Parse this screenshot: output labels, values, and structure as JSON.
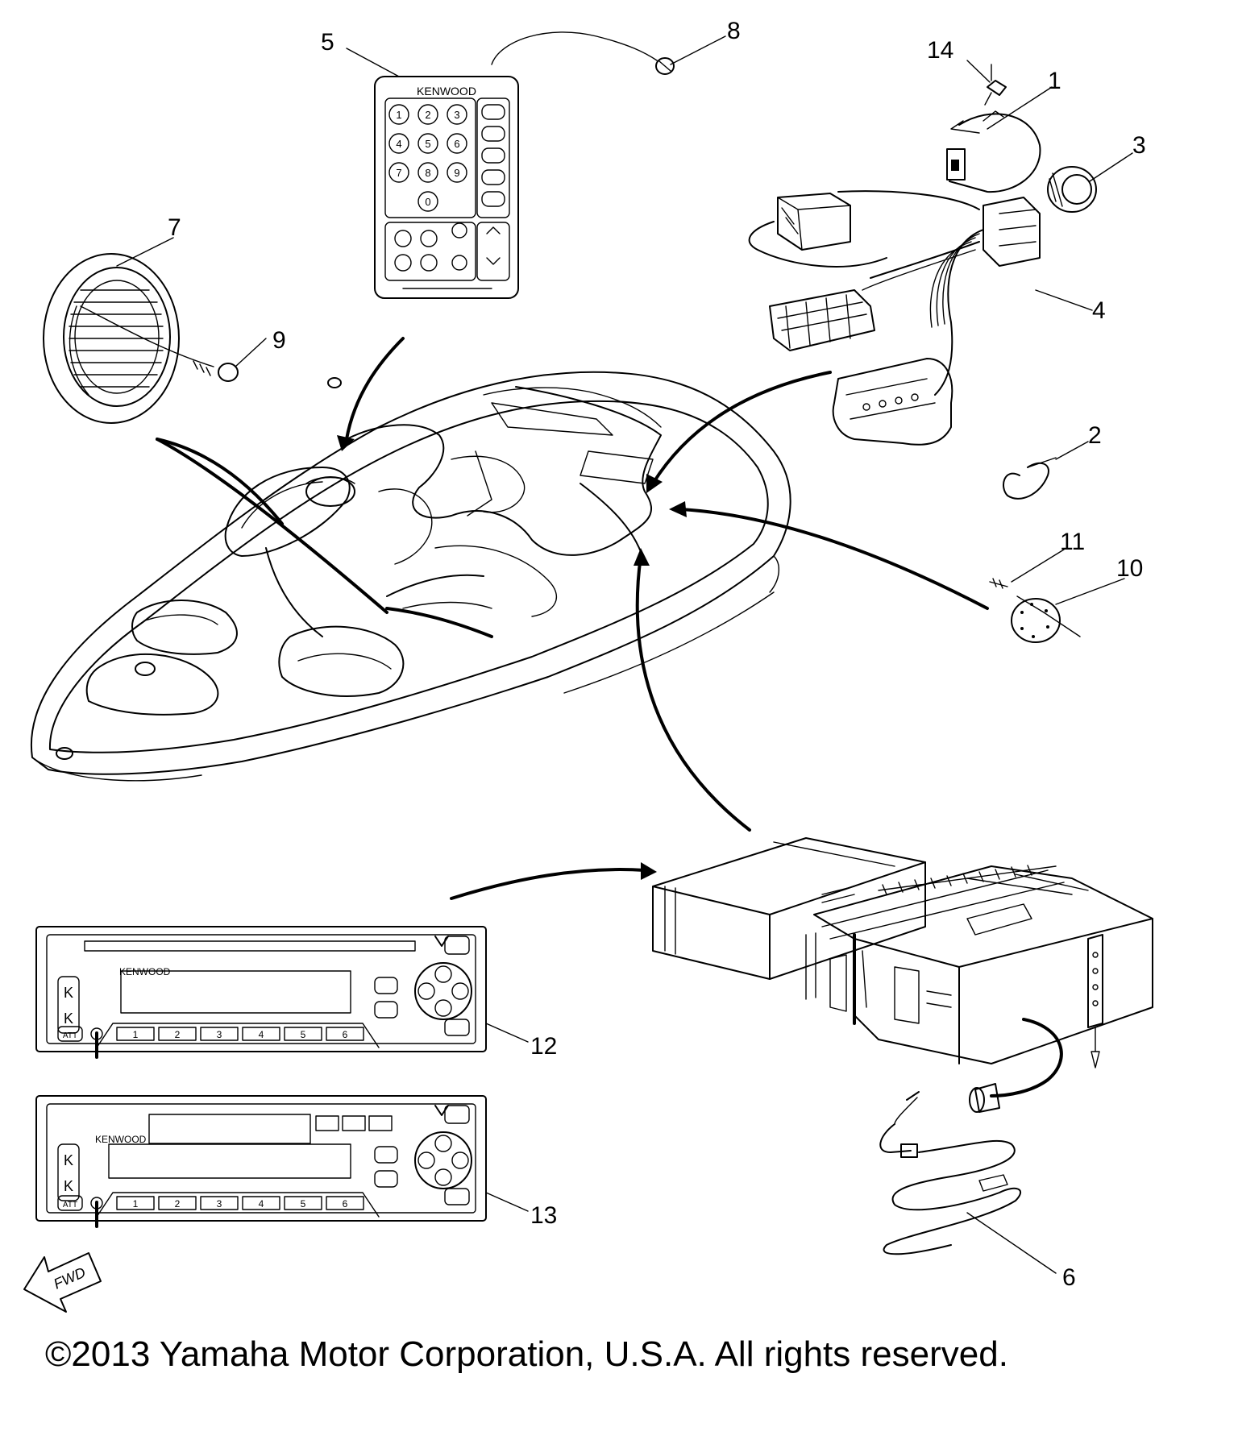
{
  "callouts": {
    "n1": "1",
    "n2": "2",
    "n3": "3",
    "n4": "4",
    "n5": "5",
    "n6": "6",
    "n7": "7",
    "n8": "8",
    "n9": "9",
    "n10": "10",
    "n11": "11",
    "n12": "12",
    "n13": "13",
    "n14": "14"
  },
  "remote": {
    "brand": "KENWOOD",
    "keys": [
      "1",
      "2",
      "3",
      "4",
      "5",
      "6",
      "7",
      "8",
      "9",
      "0"
    ]
  },
  "deck12": {
    "brand": "KENWOOD",
    "presets": [
      "1",
      "2",
      "3",
      "4",
      "5",
      "6"
    ],
    "att": "ATT"
  },
  "deck13": {
    "brand": "KENWOOD",
    "presets": [
      "1",
      "2",
      "3",
      "4",
      "5",
      "6"
    ],
    "att": "ATT"
  },
  "fwd_label": "FWD",
  "copyright": "©2013 Yamaha Motor Corporation, U.S.A. All rights reserved."
}
